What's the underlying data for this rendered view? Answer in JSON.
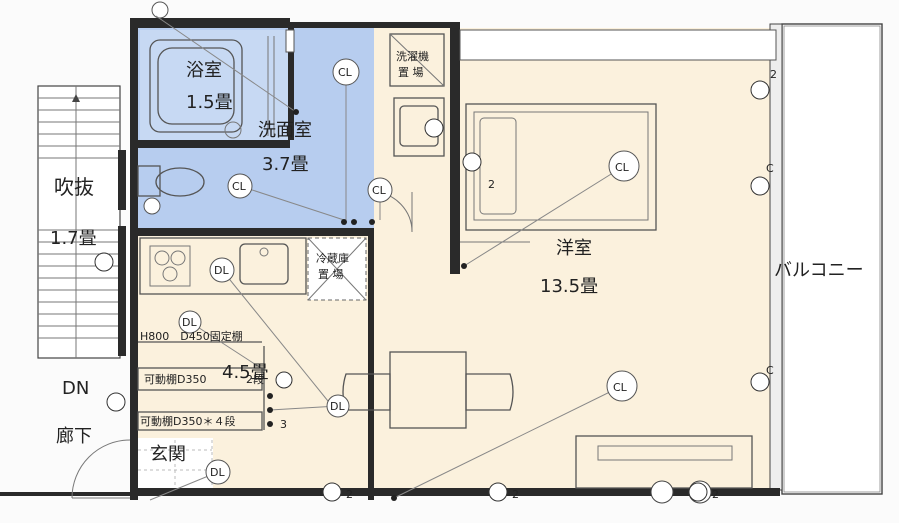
{
  "rooms": {
    "bath": {
      "name": "浴室",
      "area": "1.5畳"
    },
    "washroom": {
      "name": "洗面室",
      "area": "3.7畳"
    },
    "western": {
      "name": "洋室",
      "area": "13.5畳"
    },
    "kitchen": {
      "area": "4.5畳"
    },
    "void": {
      "name": "吹抜",
      "area": "1.7畳"
    },
    "entrance": {
      "name": "玄関"
    },
    "corridor": {
      "name": "廊下",
      "stair": "DN"
    },
    "balcony": {
      "name": "バルコニー"
    }
  },
  "fixtures": {
    "washer": [
      "洗濯機",
      "置 場"
    ],
    "fridge": [
      "冷蔵庫",
      "置 場"
    ],
    "fixed_shelf": "H800　D450固定棚",
    "movable_shelf_1": "可動棚D350",
    "movable_shelf_2": "可動棚D350＊４段",
    "shelf_count_a": "2段",
    "shelf_count_b": "3"
  },
  "symbols": {
    "ceiling_light": "CL",
    "downlight": "DL",
    "outlet_count": "2",
    "tv_outlet": "C"
  },
  "colors": {
    "wet_area": "#b7cdef",
    "western_room": "#fbf1dd",
    "wall": "#2a2a2a"
  }
}
